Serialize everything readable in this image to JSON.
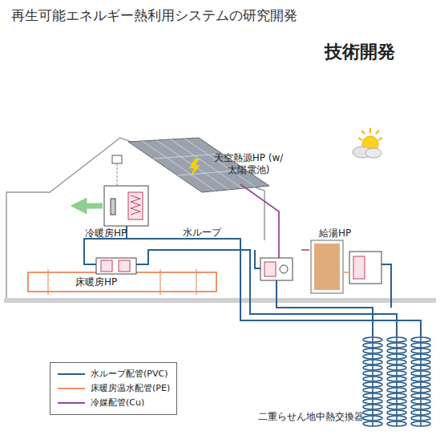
{
  "diagram": {
    "title": "再生可能エネルギー熱利用システムの研究開発",
    "labels": [
      "技術開発",
      "天空熱源HP (w/太陽電池)",
      "冷暖房HP",
      "水ループ",
      "床暖房HP",
      "給湯HP",
      "二重らせん地中熱交換器"
    ],
    "legend": [
      {
        "text": "水ループ配管(PVC)"
      },
      {
        "text": "床暖房温水配管(PE)"
      },
      {
        "text": "冷媒配管(Cu)"
      }
    ]
  }
}
